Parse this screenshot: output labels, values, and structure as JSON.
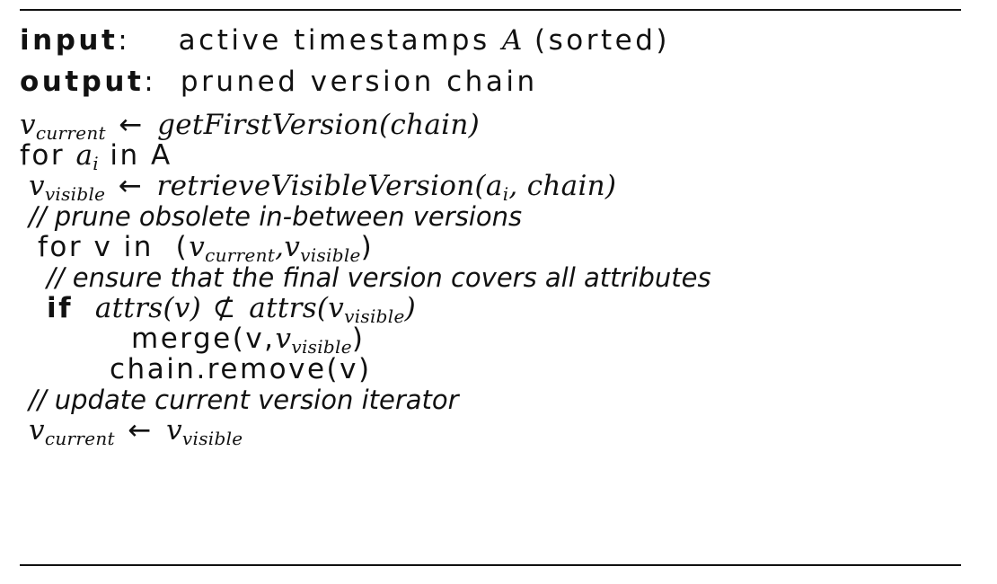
{
  "algorithm": {
    "input_kw": "input",
    "input_text": "active timestamps",
    "input_var": "A",
    "input_note": "(sorted)",
    "output_kw": "output",
    "output_text": "pruned version chain",
    "lines": {
      "l1_lhs": "v",
      "l1_lhs_sub": "current",
      "arrow": "←",
      "l1_rhs": "getFirstVersion(chain)",
      "l2_for": "for",
      "l2_var": "a",
      "l2_var_sub": "i",
      "l2_in": "in A",
      "l3_lhs": "v",
      "l3_lhs_sub": "visible",
      "l3_rhs_fn": "retrieveVisibleVersion(a",
      "l3_rhs_sub": "i",
      "l3_rhs_end": ", chain)",
      "c1": "// prune obsolete in-between versions",
      "l4_for": "for v in",
      "l4_open": "(",
      "l4_a": "v",
      "l4_a_sub": "current",
      "l4_comma": ",",
      "l4_b": "v",
      "l4_b_sub": "visible",
      "l4_close": ")",
      "c2": "// ensure that the final version covers all attributes",
      "l5_if": "if",
      "l5_fn1": "attrs(v)",
      "l5_op": "⊄",
      "l5_fn2": "attrs(v",
      "l5_fn2_sub": "visible",
      "l5_fn2_close": ")",
      "l6_merge": "merge(v,",
      "l6_v": "v",
      "l6_sub": "visible",
      "l6_close": ")",
      "l7": "chain.remove(v)",
      "c3": "// update current version iterator",
      "l8_lhs": "v",
      "l8_lhs_sub": "current",
      "l8_rhs": "v",
      "l8_rhs_sub": "visible"
    }
  }
}
